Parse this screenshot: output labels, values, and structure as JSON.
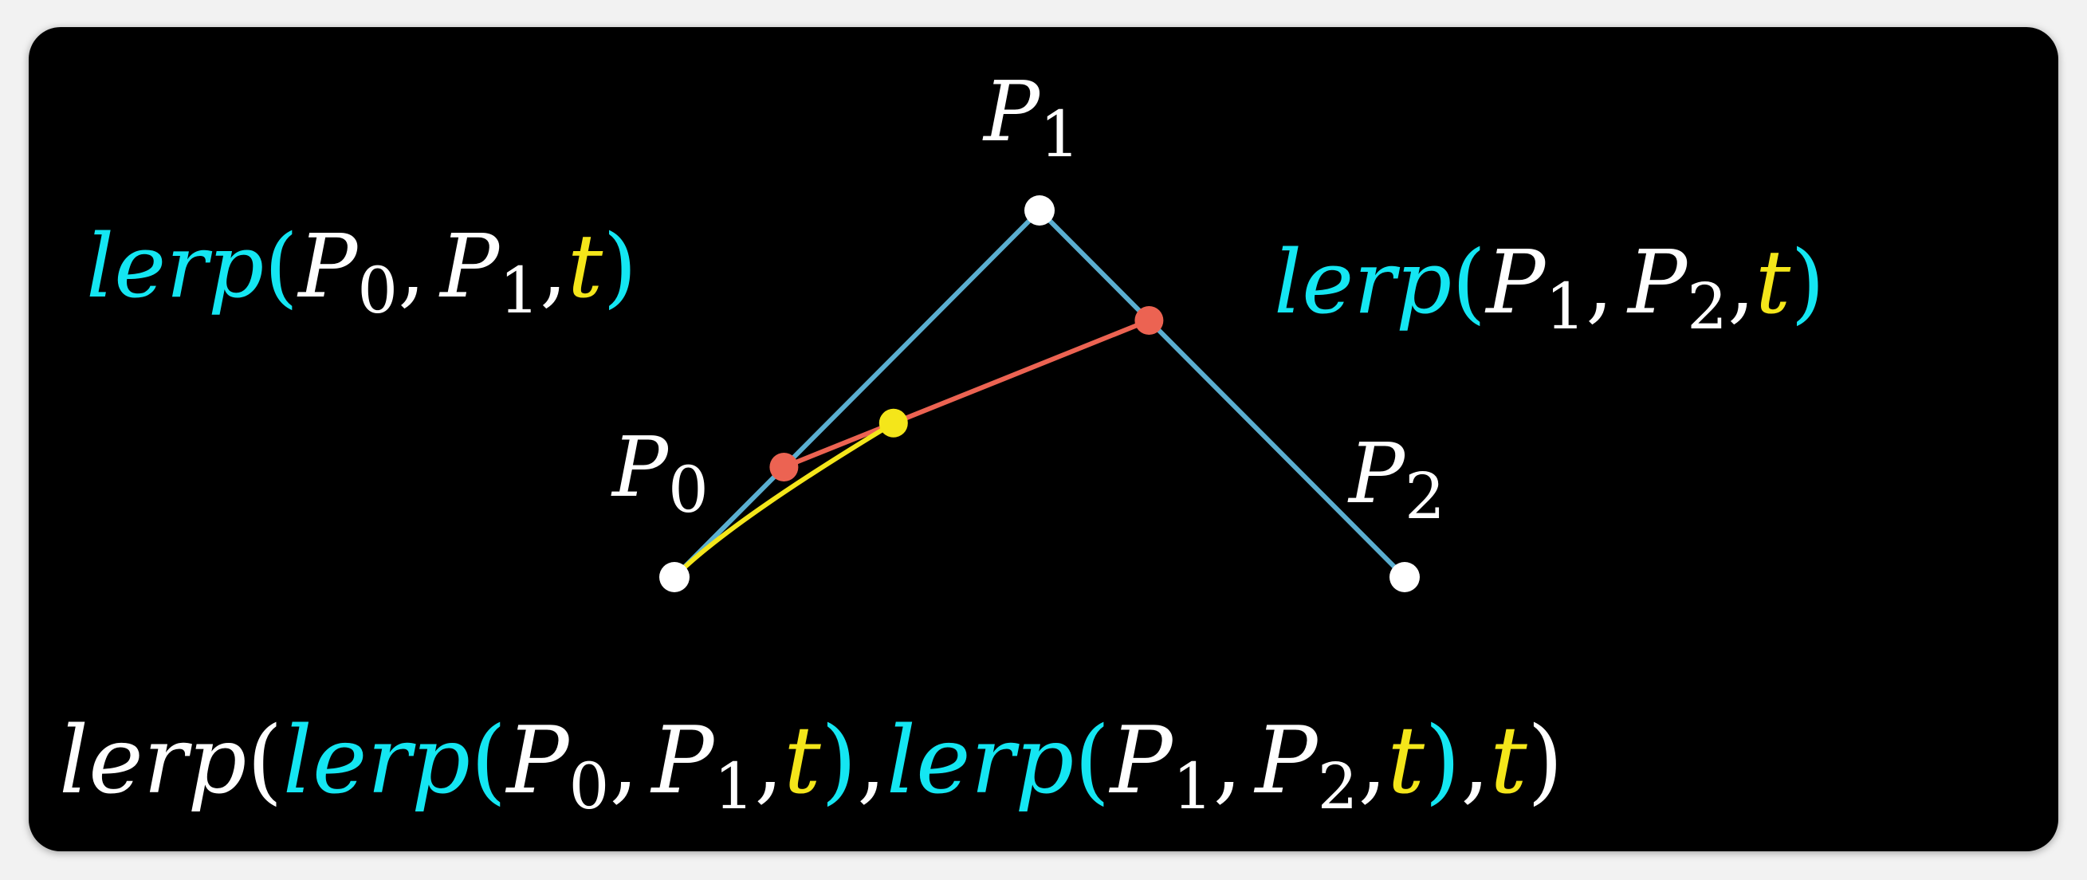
{
  "colors": {
    "background": "#000000",
    "control_polygon": "#5aaed0",
    "lerp_segment": "#ec6352",
    "curve": "#f4e61a",
    "lerp_text": "#14e6f2",
    "t_text": "#f4e61a",
    "text": "#ffffff",
    "control_point": "#ffffff"
  },
  "points": {
    "P0": {
      "name": "P",
      "sub": "0"
    },
    "P1": {
      "name": "P",
      "sub": "1"
    },
    "P2": {
      "name": "P",
      "sub": "2"
    }
  },
  "interpolation": {
    "t": 0.3
  },
  "formulas": {
    "fn": "lerp",
    "t": "t",
    "open": "(",
    "close": ")",
    "comma": ","
  }
}
